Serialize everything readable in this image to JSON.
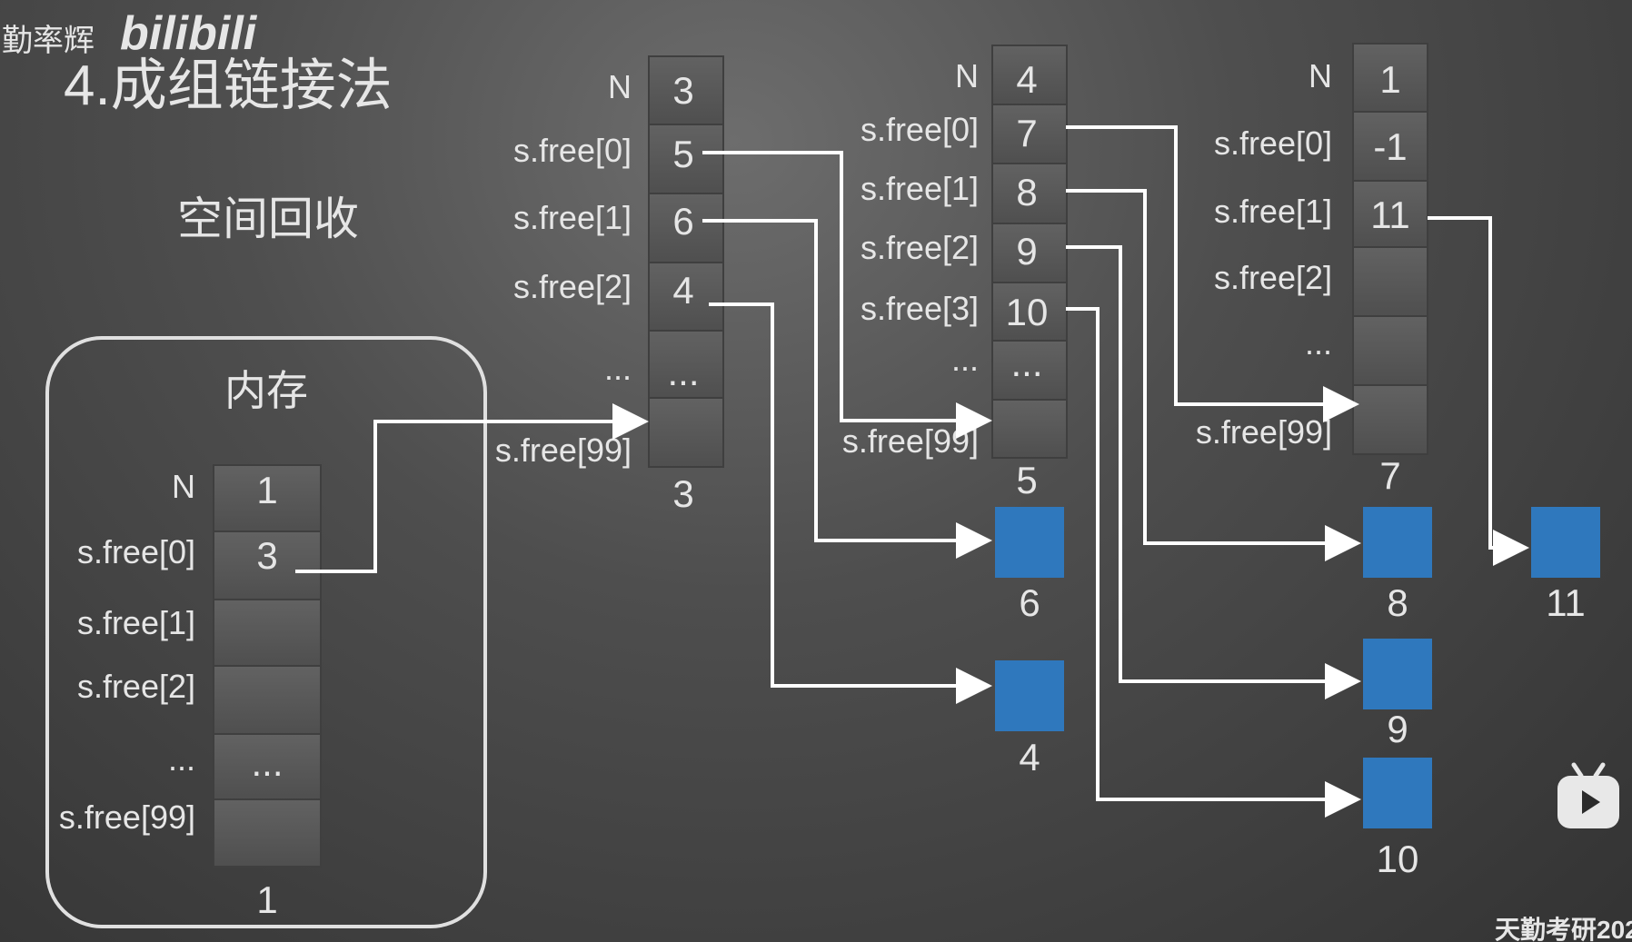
{
  "watermark": {
    "author": "勤率辉",
    "brand": "bilibili",
    "footer": "天勤考研202"
  },
  "title": "4.成组链接法",
  "subtitle": "空间回收",
  "memory": {
    "label": "内存",
    "row_labels": [
      "N",
      "s.free[0]",
      "s.free[1]",
      "s.free[2]",
      "...",
      "s.free[99]"
    ],
    "values": [
      "1",
      "3",
      "",
      "",
      "...",
      ""
    ],
    "block_no": "1"
  },
  "groups": [
    {
      "row_labels": [
        "N",
        "s.free[0]",
        "s.free[1]",
        "s.free[2]",
        "...",
        "s.free[99]"
      ],
      "values": [
        "3",
        "5",
        "6",
        "4",
        "...",
        ""
      ],
      "block_no": "3"
    },
    {
      "row_labels": [
        "N",
        "s.free[0]",
        "s.free[1]",
        "s.free[2]",
        "s.free[3]",
        "...",
        "s.free[99]"
      ],
      "values": [
        "4",
        "7",
        "8",
        "9",
        "10",
        "...",
        ""
      ],
      "block_no": "5"
    },
    {
      "row_labels": [
        "N",
        "s.free[0]",
        "s.free[1]",
        "s.free[2]",
        "...",
        "s.free[99]"
      ],
      "values": [
        "1",
        "-1",
        "11",
        "",
        "",
        ""
      ],
      "block_no": "7"
    }
  ],
  "free_blocks": [
    {
      "label": "6"
    },
    {
      "label": "4"
    },
    {
      "label": "8"
    },
    {
      "label": "9"
    },
    {
      "label": "10"
    },
    {
      "label": "11"
    }
  ],
  "colors": {
    "block": "#2f78bd",
    "arrow": "#ffffff",
    "cell": "#5a5a5a"
  },
  "icons": {
    "player_logo": "bilibili-tv-icon"
  }
}
